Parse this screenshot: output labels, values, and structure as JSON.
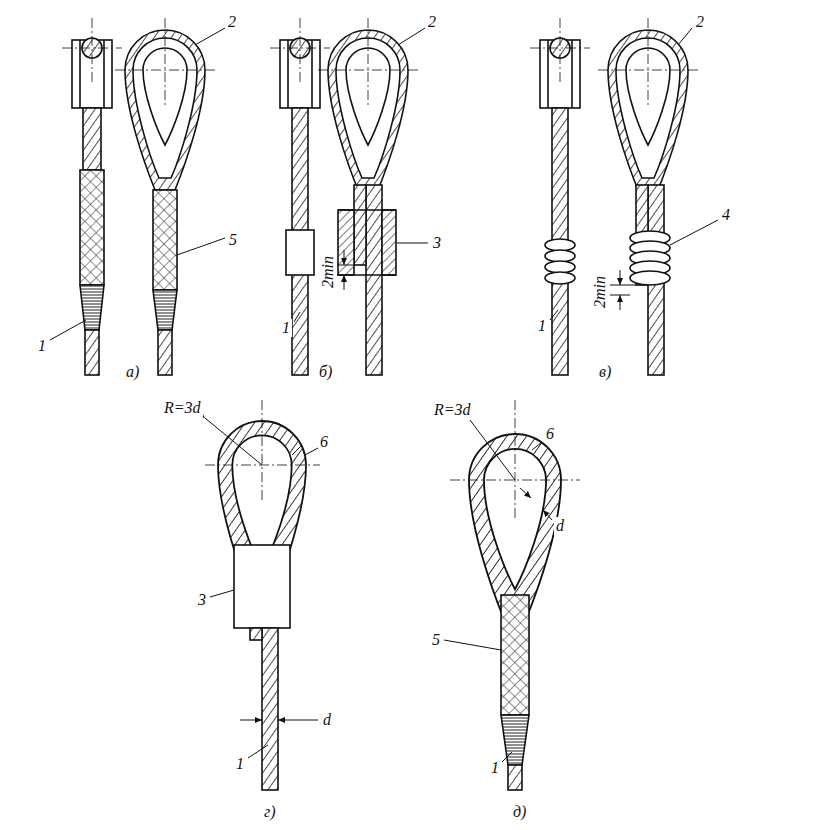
{
  "diagram": {
    "labels": [
      "2",
      "5",
      "1",
      "а)",
      "2",
      "3",
      "2min",
      "1",
      "б)",
      "2",
      "4",
      "2min",
      "1",
      "в)",
      "R=3d",
      "6",
      "3",
      "d",
      "1",
      "г)",
      "R=3d",
      "6",
      "d",
      "5",
      "1",
      "д)"
    ]
  }
}
